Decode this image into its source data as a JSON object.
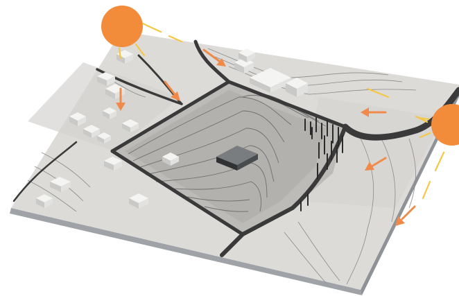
{
  "diagram": {
    "kind": "isometric site analysis model",
    "colors": {
      "background": "#ffffff",
      "terrain": "#dcdbd8",
      "terrain_shade": "#d2d0cc",
      "plot": "#b9b7b3",
      "plot_light": "#c6c4c0",
      "roads": "#3a3a3a",
      "contours": "#6f6f6f",
      "base_edge": "#9fa3a8",
      "building_top": "#f4f4f2",
      "building_side": "#c9c9c7",
      "building_front": "#e2e2e0",
      "center_block": "#5c5f61",
      "trees": "#2a2a2a",
      "sun": "#f28c3a",
      "sun_rays": "#f4c842",
      "wind_arrows": "#f08a4b",
      "sun_path": "#f4c842"
    },
    "icons": {
      "sun": "sun-icon",
      "wind_arrow": "wind-arrow-icon",
      "building": "building-icon",
      "tree": "tree-icon"
    },
    "sun_count": 2,
    "wind_arrow_count": 6
  }
}
